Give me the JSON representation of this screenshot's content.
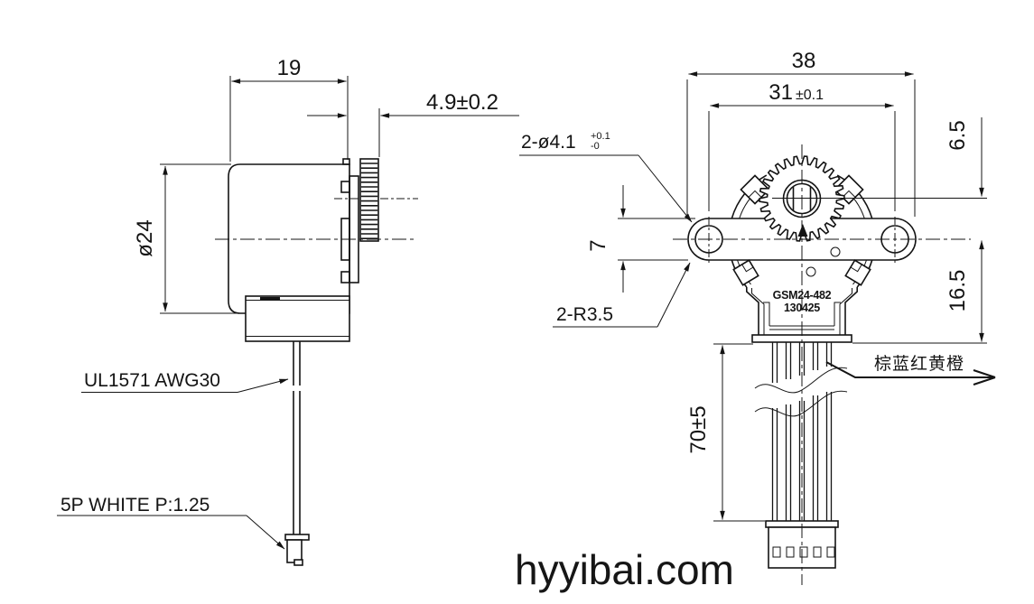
{
  "drawing": {
    "watermark": "hyyibai.com",
    "side_view": {
      "dim_body_length": "19",
      "dim_gear_width": "4.9±0.2",
      "dim_body_diameter": "ø24",
      "label_lead_wire": "UL1571 AWG30",
      "label_connector": "5P WHITE P:1.25"
    },
    "front_view": {
      "dim_overall_width": "38",
      "dim_hole_spacing": "31",
      "dim_hole_spacing_tol": "±0.1",
      "dim_mounting_holes": "2-ø4.1",
      "dim_mounting_holes_tol_plus": "+0.1",
      "dim_mounting_holes_tol_minus": "-0",
      "dim_ear_height": "7",
      "dim_ear_radius": "2-R3.5",
      "dim_shaft_to_center": "6.5",
      "dim_center_to_bottom": "16.5",
      "dim_wire_length": "70±5",
      "label_wire_colors": "棕蓝红黄橙",
      "stamp_model": "GSM24-482",
      "stamp_date": "130425"
    }
  }
}
